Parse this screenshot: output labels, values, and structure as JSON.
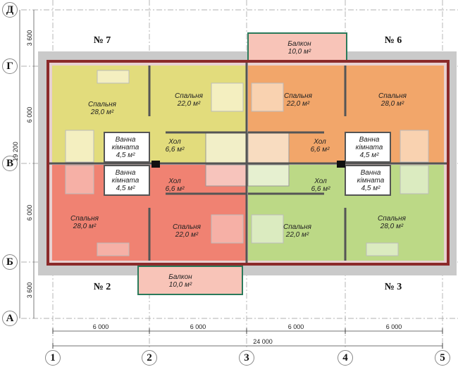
{
  "units": {
    "n7": "№ 7",
    "n6": "№ 6",
    "n2": "№ 2",
    "n3": "№ 3"
  },
  "axes": {
    "rows": [
      "Д",
      "Г",
      "В",
      "Б",
      "А"
    ],
    "cols": [
      "1",
      "2",
      "3",
      "4",
      "5"
    ]
  },
  "dims": {
    "col_spans": [
      "6 000",
      "6 000",
      "6 000",
      "6 000"
    ],
    "total": "24 000",
    "row_spans": [
      "3 600",
      "6 000",
      "6 000",
      "3 600"
    ],
    "total_height": "19 200"
  },
  "rooms": {
    "tl_big": {
      "name": "Спальня",
      "area": "28,0 м²"
    },
    "tl_small": {
      "name": "Спальня",
      "area": "22,0 м²"
    },
    "tl_hall": {
      "name": "Хол",
      "area": "6,6 м²"
    },
    "tl_bath": {
      "name": "Ванна кімната",
      "area": "4,5 м²"
    },
    "tr_big": {
      "name": "Спальня",
      "area": "28,0 м²"
    },
    "tr_small": {
      "name": "Спальня",
      "area": "22,0 м²"
    },
    "tr_hall": {
      "name": "Хол",
      "area": "6,6 м²"
    },
    "tr_bath": {
      "name": "Ванна кімната",
      "area": "4,5 м²"
    },
    "bl_big": {
      "name": "Спальня",
      "area": "28,0 м²"
    },
    "bl_small": {
      "name": "Спальня",
      "area": "22,0 м²"
    },
    "bl_hall": {
      "name": "Хол",
      "area": "6,6 м²"
    },
    "bl_bath": {
      "name": "Ванна кімната",
      "area": "4,5 м²"
    },
    "br_big": {
      "name": "Спальня",
      "area": "28,0 м²"
    },
    "br_small": {
      "name": "Спальня",
      "area": "22,0 м²"
    },
    "br_hall": {
      "name": "Хол",
      "area": "6,6 м²"
    },
    "br_bath": {
      "name": "Ванна кімната",
      "area": "4,5 м²"
    },
    "balcony_top": {
      "name": "Балкон",
      "area": "10,0 м²"
    },
    "balcony_bottom": {
      "name": "Балкон",
      "area": "10,0 м²"
    }
  },
  "colors": {
    "yellow": "#e2dc7c",
    "orange": "#f2a66a",
    "red": "#f08272",
    "green": "#bcd986",
    "balcony": "#f8c4b8",
    "roof": "#c8c8c8",
    "wall": "#555555"
  }
}
